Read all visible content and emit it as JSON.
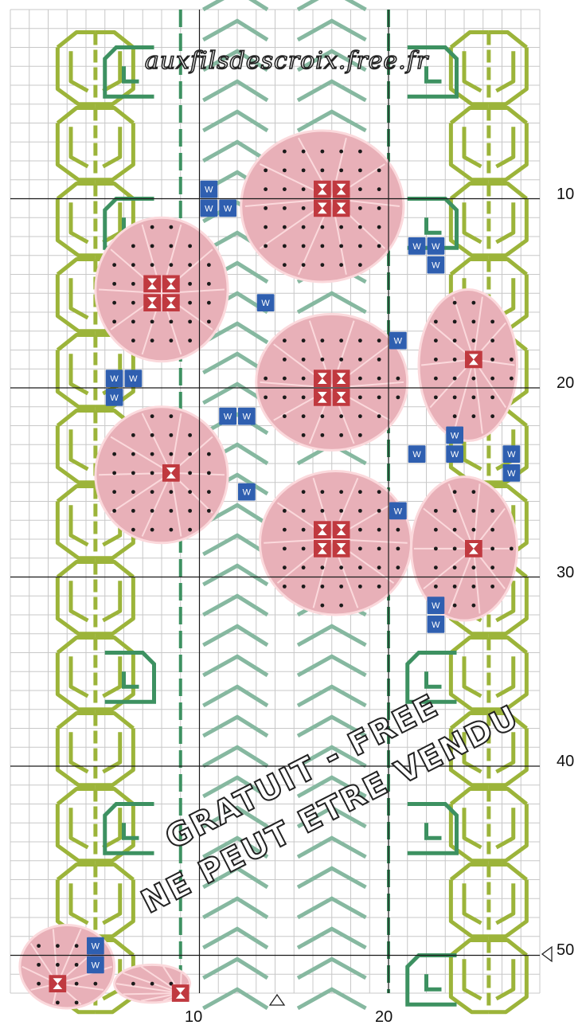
{
  "watermark": {
    "url": "auxfilsdescroix.free.fr",
    "line1": "GRATUIT - FREE",
    "line2": "NE PEUT ETRE VENDU"
  },
  "axis": {
    "x_labels": [
      "10",
      "20"
    ],
    "y_labels": [
      "10",
      "20",
      "30",
      "40",
      "50"
    ]
  },
  "symbols": {
    "blue_label": "W"
  },
  "palette": {
    "grid_minor": "#c8c8c8",
    "grid_major": "#1a1a1a",
    "olive": "#9cb43a",
    "dark_green": "#3d9161",
    "sage": "#86b8a0",
    "pink": "#e8b0b8",
    "pink_line": "#fbd9dc",
    "red": "#c0393f",
    "blue": "#2f5fb0"
  }
}
